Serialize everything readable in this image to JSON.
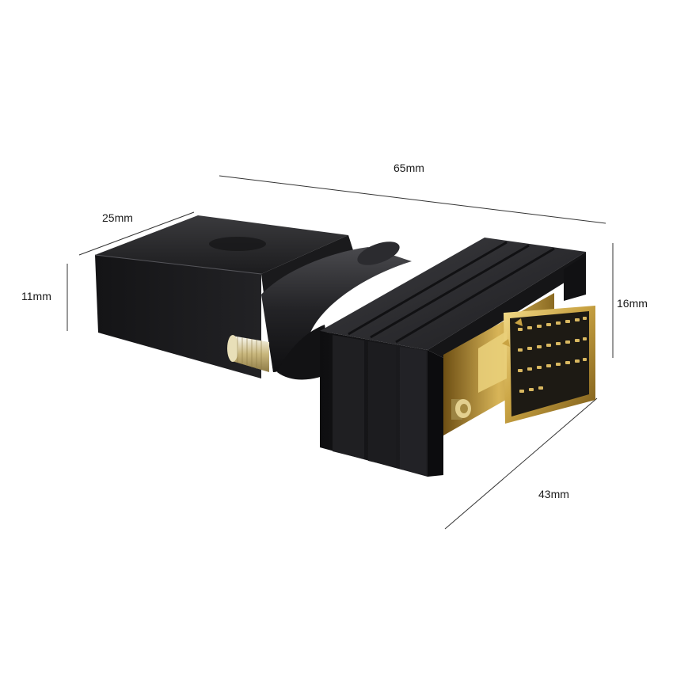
{
  "dimensions": {
    "length": "65mm",
    "width": "25mm",
    "height_body": "11mm",
    "height_connector": "16mm",
    "depth": "43mm"
  },
  "colors": {
    "background": "#ffffff",
    "body": "#1b1b1d",
    "gold": "#c9a343",
    "dimension_line": "#333333"
  }
}
